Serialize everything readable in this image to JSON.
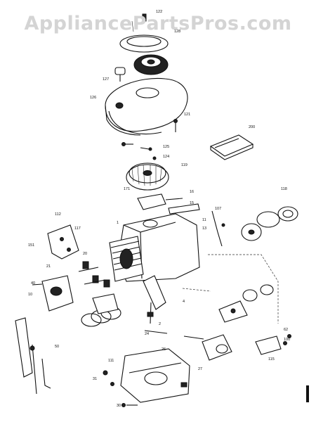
{
  "watermark": "AppliancePartsPros.com",
  "callouts": {
    "c122": "122",
    "c128": "128",
    "c127": "127",
    "c126": "126",
    "c121": "121",
    "c200": "200",
    "c125": "125",
    "c124": "124",
    "c118": "118",
    "c119": "119",
    "c16": "16",
    "c15": "15",
    "c171": "171",
    "c112": "112",
    "c11": "11",
    "c13": "13",
    "c107": "107",
    "c117": "117",
    "c1": "1",
    "c151": "151",
    "c20": "20",
    "c21": "21",
    "c40": "40",
    "c10": "10",
    "c24": "24",
    "c26": "26",
    "c27": "27",
    "c30": "30",
    "c31": "31",
    "c50": "50",
    "c62": "62",
    "c100": "100",
    "c111": "111",
    "c115": "115",
    "c4": "4",
    "c2": "2"
  }
}
